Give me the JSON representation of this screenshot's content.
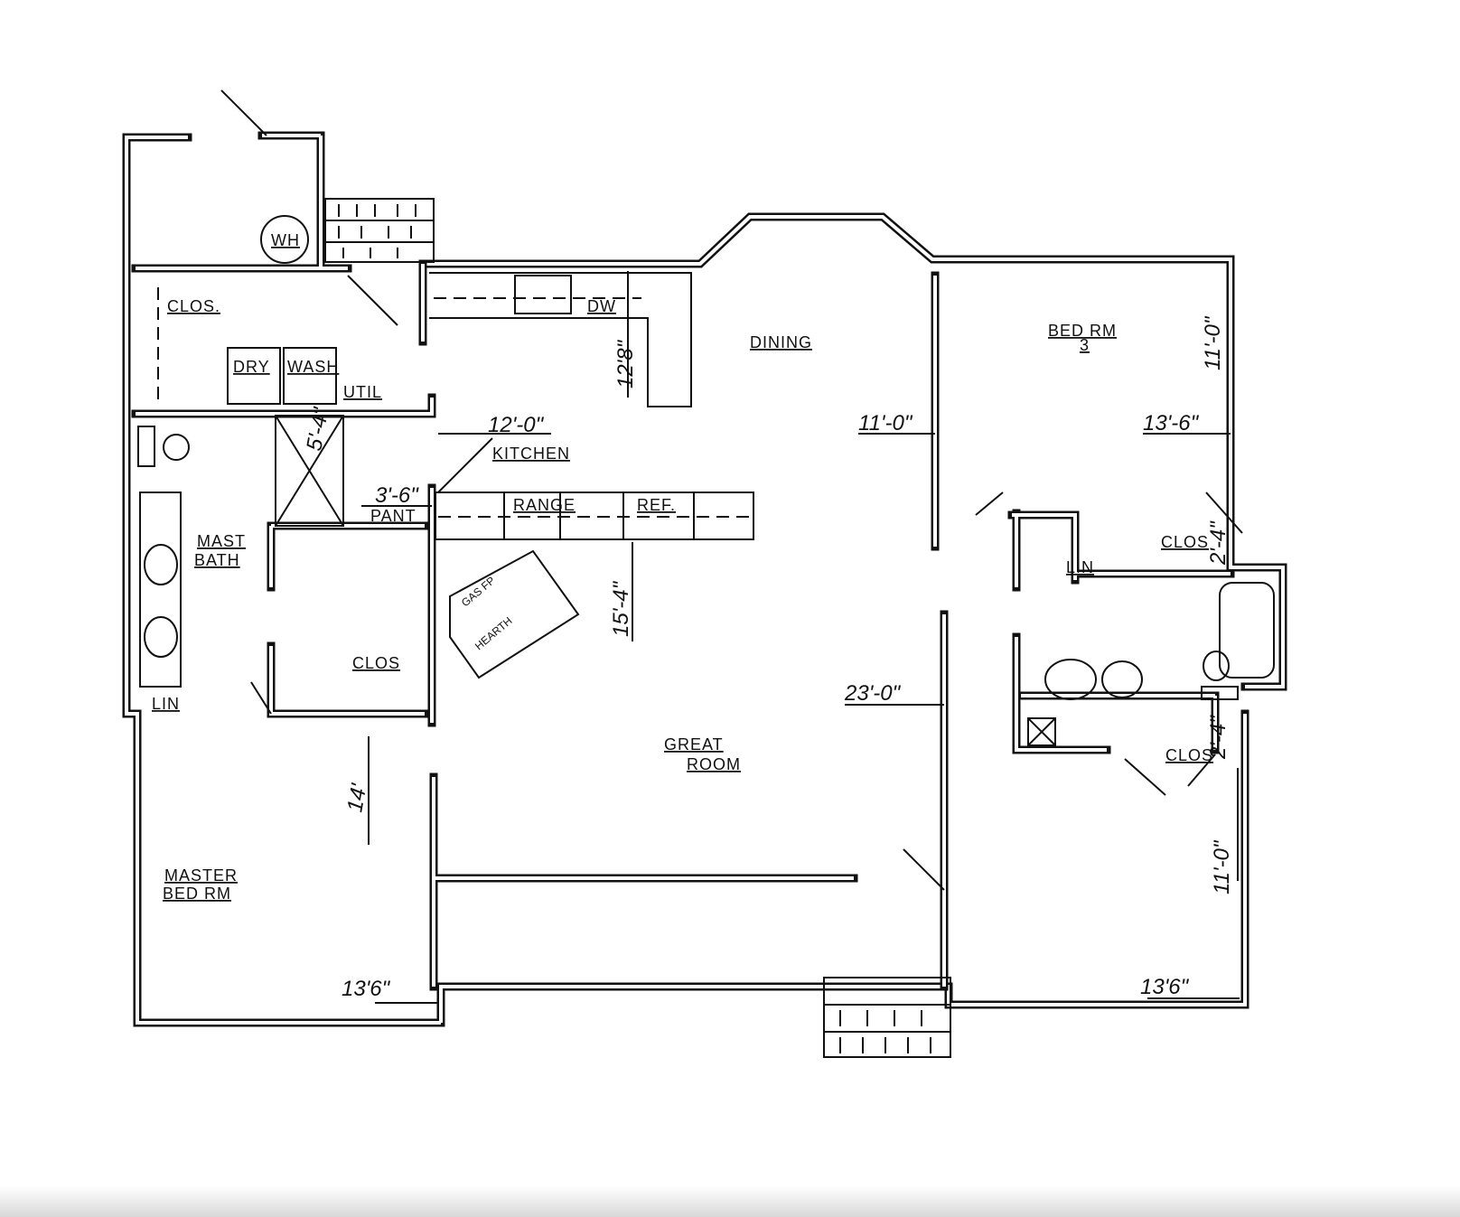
{
  "rooms": {
    "wh": "WH",
    "closet_upper": "CLOS.",
    "dry": "DRY",
    "wash": "WASH",
    "util": "UTIL",
    "kitchen": "KITCHEN",
    "pantry": "PANT",
    "range": "RANGE",
    "ref": "REF.",
    "dw": "DW",
    "dining": "DINING",
    "bed3_line1": "BED RM",
    "bed3_line2": "3",
    "closet_bed3": "CLOS",
    "linen_bed3": "LIN",
    "mast_bath_line1": "MAST",
    "mast_bath_line2": "BATH",
    "linen_mast": "LIN",
    "closet_mast": "CLOS",
    "hearth_line1": "GAS FP",
    "hearth_line2": "HEARTH",
    "great_room_line1": "GREAT",
    "great_room_line2": "ROOM",
    "master_bed_line1": "MASTER",
    "master_bed_line2": "BED RM",
    "closet_bed2": "CLOS"
  },
  "dimensions": {
    "kitchen_width": "12'-0\"",
    "pantry_width": "3'-6\"",
    "shower": "5'-4\"",
    "dining_depth": "12'8\"",
    "dining_width": "11'-0\"",
    "bed3_depth": "11'-0\"",
    "bed3_width": "13'-6\"",
    "great_room_depth": "15'-4\"",
    "great_room_width": "23'-0\"",
    "master_depth": "14'",
    "master_width": "13'6\"",
    "bed2_width": "13'6\"",
    "bed2_depth": "11'-0\"",
    "closet_bed3_depth": "2'-4\"",
    "closet_bed2_depth": "2'-4\""
  }
}
